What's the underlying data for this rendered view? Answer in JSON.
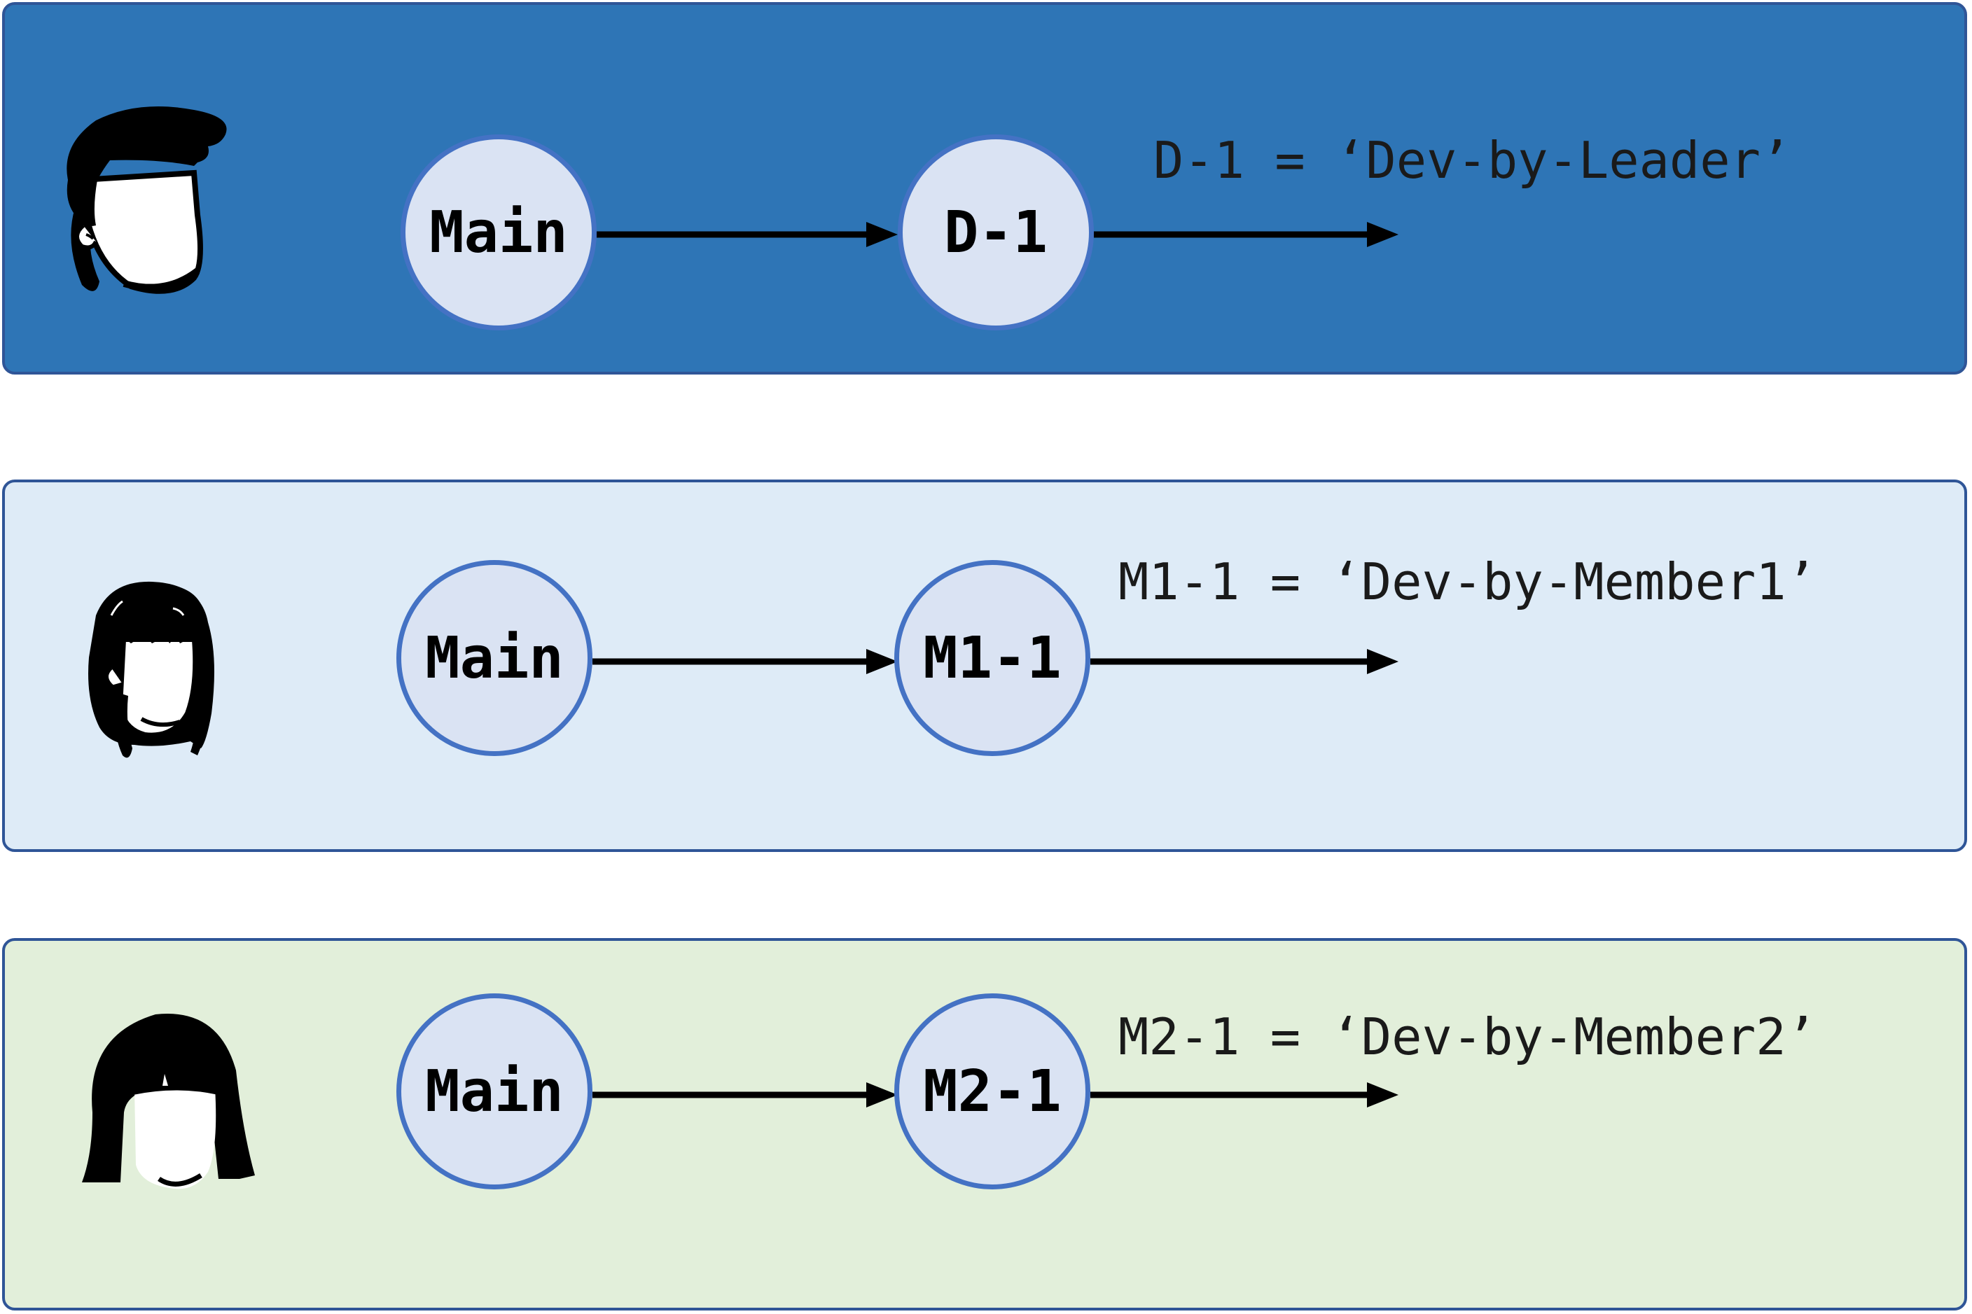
{
  "colors": {
    "border": "#2f5597",
    "node_fill": "#dae3f3",
    "node_border": "#4472c4",
    "arrow": "#000000"
  },
  "lanes": [
    {
      "id": "leader",
      "background": "#2e75b6",
      "avatar_icon": "leader-avatar-icon",
      "from_node": "Main",
      "to_node": "D-1",
      "annotation": "D-1 = ‘Dev-by-Leader’"
    },
    {
      "id": "member1",
      "background": "#deebf7",
      "avatar_icon": "member1-avatar-icon",
      "from_node": "Main",
      "to_node": "M1-1",
      "annotation": "M1-1 = ‘Dev-by-Member1’"
    },
    {
      "id": "member2",
      "background": "#e2efda",
      "avatar_icon": "member2-avatar-icon",
      "from_node": "Main",
      "to_node": "M2-1",
      "annotation": "M2-1 = ‘Dev-by-Member2’"
    }
  ]
}
